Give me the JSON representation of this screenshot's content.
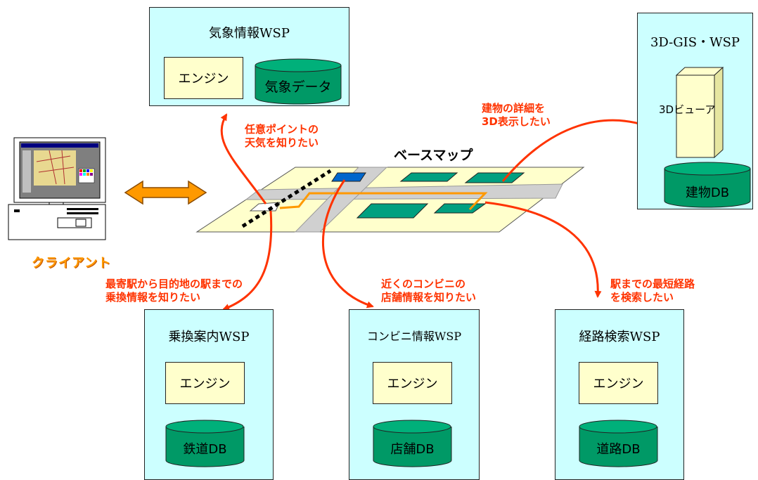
{
  "basemap_label": "ベースマップ",
  "client_label": "クライアント",
  "weather": {
    "title": "気象情報WSP",
    "engine": "エンジン",
    "db": "気象データ"
  },
  "gis3d": {
    "title": "3D-GIS・WSP",
    "viewer": "3Dビューア",
    "db": "建物DB"
  },
  "transit": {
    "title": "乗換案内WSP",
    "engine": "エンジン",
    "db": "鉄道DB"
  },
  "convenience": {
    "title": "コンビニ情報WSP",
    "engine": "エンジン",
    "db": "店舗DB"
  },
  "route": {
    "title": "経路検索WSP",
    "engine": "エンジン",
    "db": "道路DB"
  },
  "annotations": {
    "weather_1": "任意ポイントの",
    "weather_2": "天気を知りたい",
    "building_1": "建物の詳細を",
    "building_2": "3D表示したい",
    "transit_1": "最寄駅から目的地の駅までの",
    "transit_2": "乗換情報を知りたい",
    "store_1": "近くのコンビニの",
    "store_2": "店舗情報を知りたい",
    "route_1": "駅までの最短経路",
    "route_2": "を検索したい"
  },
  "colors": {
    "box_fill": "#ccffff",
    "engine_fill": "#ffffcc",
    "db_fill": "#009966",
    "annotation": "#ff3300",
    "map_fill": "#ffffcc",
    "building_fill": "#00a080",
    "road_fill": "#c8c8c8",
    "route_line": "#ff9900"
  }
}
